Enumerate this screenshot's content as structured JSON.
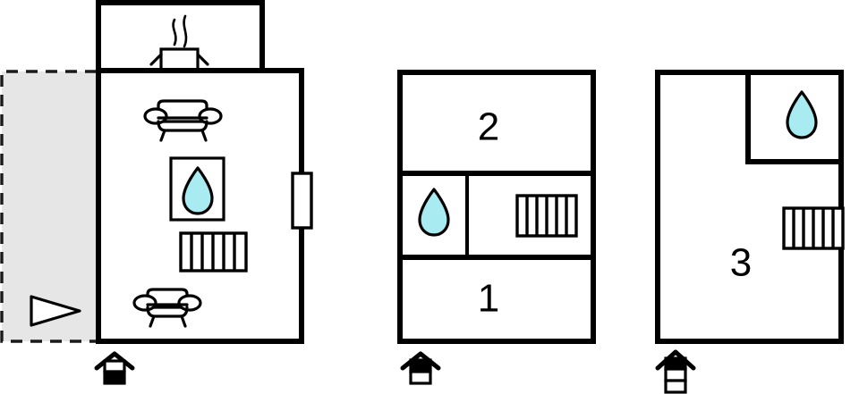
{
  "document": {
    "type": "floor-plan",
    "title": "Property floor plans",
    "plan_count": 3,
    "colors": {
      "wall": "#000000",
      "background": "#ffffff",
      "terrace_fill": "#e6e6e6",
      "water_drop": "#a8ecf2",
      "terrace_dash": "#1a1a1a"
    }
  },
  "plans": [
    {
      "id": "plan-ground-floor",
      "index": 1,
      "level_label": "",
      "level_indicator": {
        "name": "ground-floor-indicator",
        "segments": 2,
        "filled_segment": "bottom"
      },
      "room_numbers": [],
      "features": [
        {
          "name": "terrace",
          "icon": "terrace-area",
          "label": ""
        },
        {
          "name": "view-direction",
          "icon": "triangle-direction-icon",
          "label": ""
        },
        {
          "name": "kitchen",
          "icon": "cooking-pot-icon",
          "label": ""
        },
        {
          "name": "sofa-upper",
          "icon": "sofa-icon",
          "label": ""
        },
        {
          "name": "sofa-lower",
          "icon": "sofa-icon",
          "label": ""
        },
        {
          "name": "bathroom",
          "icon": "water-drop-icon",
          "label": ""
        },
        {
          "name": "radiator",
          "icon": "radiator-icon",
          "label": ""
        },
        {
          "name": "window",
          "icon": "window-icon",
          "label": ""
        },
        {
          "name": "entrance",
          "icon": "house-entrance-icon",
          "label": ""
        }
      ]
    },
    {
      "id": "plan-first-floor",
      "index": 2,
      "level_label": "",
      "level_indicator": {
        "name": "first-floor-indicator",
        "segments": 2,
        "filled_segment": "top"
      },
      "room_numbers": [
        "2",
        "1"
      ],
      "features": [
        {
          "name": "bedroom-2",
          "icon": "room-number",
          "label": "2"
        },
        {
          "name": "bedroom-1",
          "icon": "room-number",
          "label": "1"
        },
        {
          "name": "bathroom",
          "icon": "water-drop-icon",
          "label": ""
        },
        {
          "name": "radiator",
          "icon": "radiator-icon",
          "label": ""
        },
        {
          "name": "entrance",
          "icon": "house-entrance-icon",
          "label": ""
        }
      ]
    },
    {
      "id": "plan-second-floor",
      "index": 3,
      "level_label": "",
      "level_indicator": {
        "name": "second-floor-indicator",
        "segments": 3,
        "filled_segment": "top"
      },
      "room_numbers": [
        "3"
      ],
      "features": [
        {
          "name": "bedroom-3",
          "icon": "room-number",
          "label": "3"
        },
        {
          "name": "bathroom",
          "icon": "water-drop-icon",
          "label": ""
        },
        {
          "name": "radiator",
          "icon": "radiator-icon",
          "label": ""
        },
        {
          "name": "entrance",
          "icon": "house-entrance-icon",
          "label": ""
        }
      ]
    }
  ],
  "labels": {
    "room_2": "2",
    "room_1": "1",
    "room_3": "3"
  }
}
